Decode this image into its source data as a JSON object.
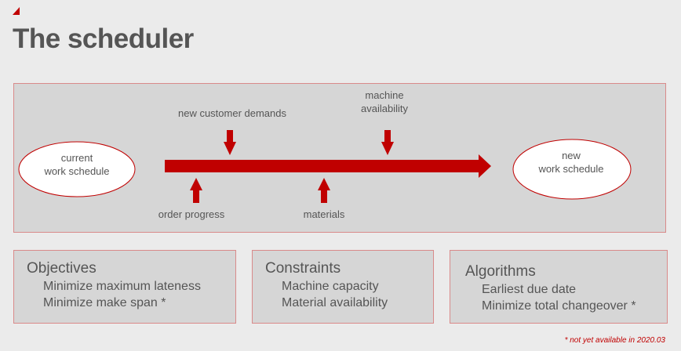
{
  "title": "The scheduler",
  "colors": {
    "accent": "#c00000",
    "panel": "#d6d6d6",
    "background": "#ebebeb",
    "text": "#555555"
  },
  "diagram": {
    "start_node": {
      "lines": [
        "current",
        "work schedule"
      ]
    },
    "end_node": {
      "lines": [
        "new",
        "work schedule"
      ]
    },
    "inputs_top": [
      {
        "lines": [
          "new customer demands"
        ]
      },
      {
        "lines": [
          "machine",
          "availability"
        ]
      }
    ],
    "inputs_bottom": [
      {
        "lines": [
          "order progress"
        ]
      },
      {
        "lines": [
          "materials"
        ]
      }
    ]
  },
  "objectives": {
    "heading": "Objectives",
    "items": [
      "Minimize maximum lateness",
      "Minimize make span *"
    ]
  },
  "constraints": {
    "heading": "Constraints",
    "items": [
      "Machine capacity",
      "Material availability"
    ]
  },
  "algorithms": {
    "heading": "Algorithms",
    "items": [
      "Earliest due date",
      "Minimize total changeover *"
    ]
  },
  "footnote": "* not yet available in 2020.03"
}
